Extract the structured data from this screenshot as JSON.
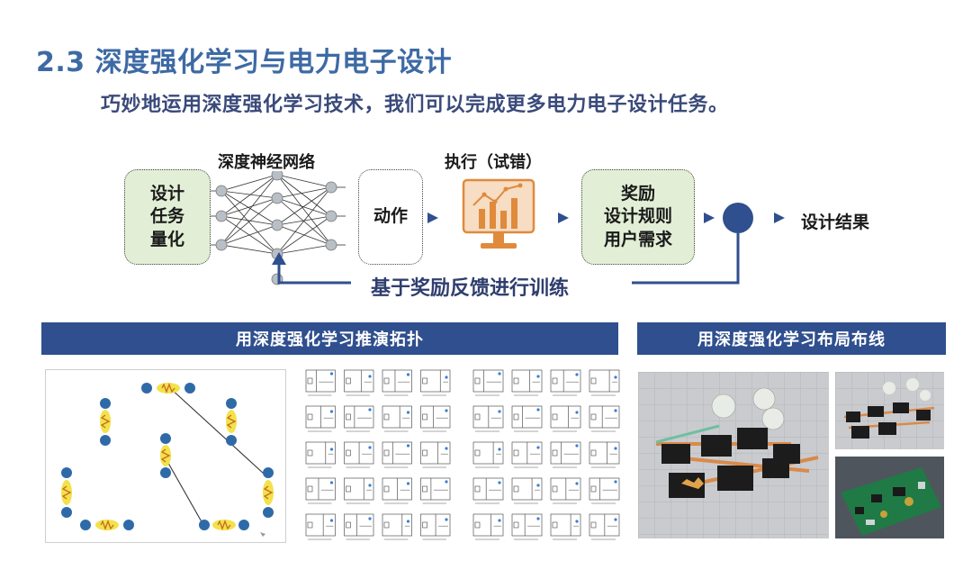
{
  "slide": {
    "title": "2.3 深度强化学习与电力电子设计",
    "subtitle": "巧妙地运用深度强化学习技术，我们可以完成更多电力电子设计任务。"
  },
  "flow": {
    "input_box_lines": [
      "设计",
      "任务",
      "量化"
    ],
    "network_label": "深度神经网络",
    "action_label": "动作",
    "execute_label": "执行（试错）",
    "reward_box_lines": [
      "奖励",
      "设计规则",
      "用户需求"
    ],
    "result_label": "设计结果",
    "feedback_label": "基于奖励反馈进行训练",
    "colors": {
      "box_green": "#e2efd6",
      "arrow_blue": "#2f4f8e",
      "node_gray": "#b8bfc6",
      "chart_orange": "#e08a3c"
    }
  },
  "sections": {
    "topology_banner": "用深度强化学习推演拓扑",
    "layout_banner": "用深度强化学习布局布线",
    "banner_color": "#2f4f8e"
  }
}
